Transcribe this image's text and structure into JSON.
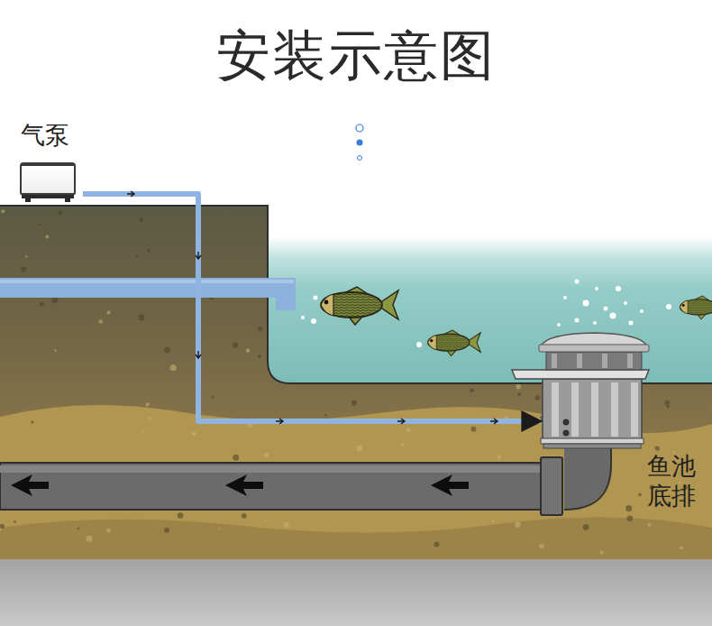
{
  "diagram": {
    "title": "安装示意图",
    "nodes": [
      {
        "text": [
          "气泵"
        ]
      },
      {
        "text": [
          "鱼池 底排"
        ]
      }
    ],
    "edges": [
      {
        "from": 0,
        "to": 1,
        "arrow": "to"
      }
    ]
  }
}
